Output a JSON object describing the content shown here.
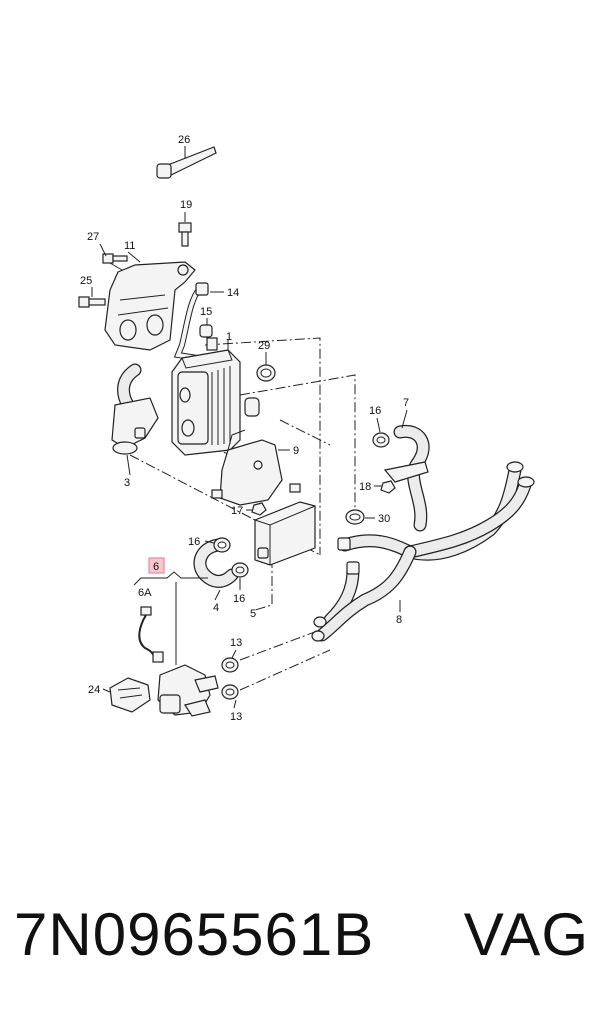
{
  "diagram": {
    "callouts": {
      "c26": "26",
      "c19": "19",
      "c27": "27",
      "c11": "11",
      "c25": "25",
      "c14": "14",
      "c15": "15",
      "c1": "1",
      "c29": "29",
      "c3": "3",
      "c9": "9",
      "c16a": "16",
      "c7": "7",
      "c18": "18",
      "c17": "17",
      "c30": "30",
      "c16b": "16",
      "c16c": "16",
      "c4": "4",
      "c5": "5",
      "c6": "6",
      "c6a": "6A",
      "c8": "8",
      "c13a": "13",
      "c13b": "13",
      "c24": "24"
    },
    "highlight_color": "#e88a96",
    "line_color": "#222222"
  },
  "footer": {
    "part_number": "7N0965561B",
    "brand": "VAG"
  }
}
